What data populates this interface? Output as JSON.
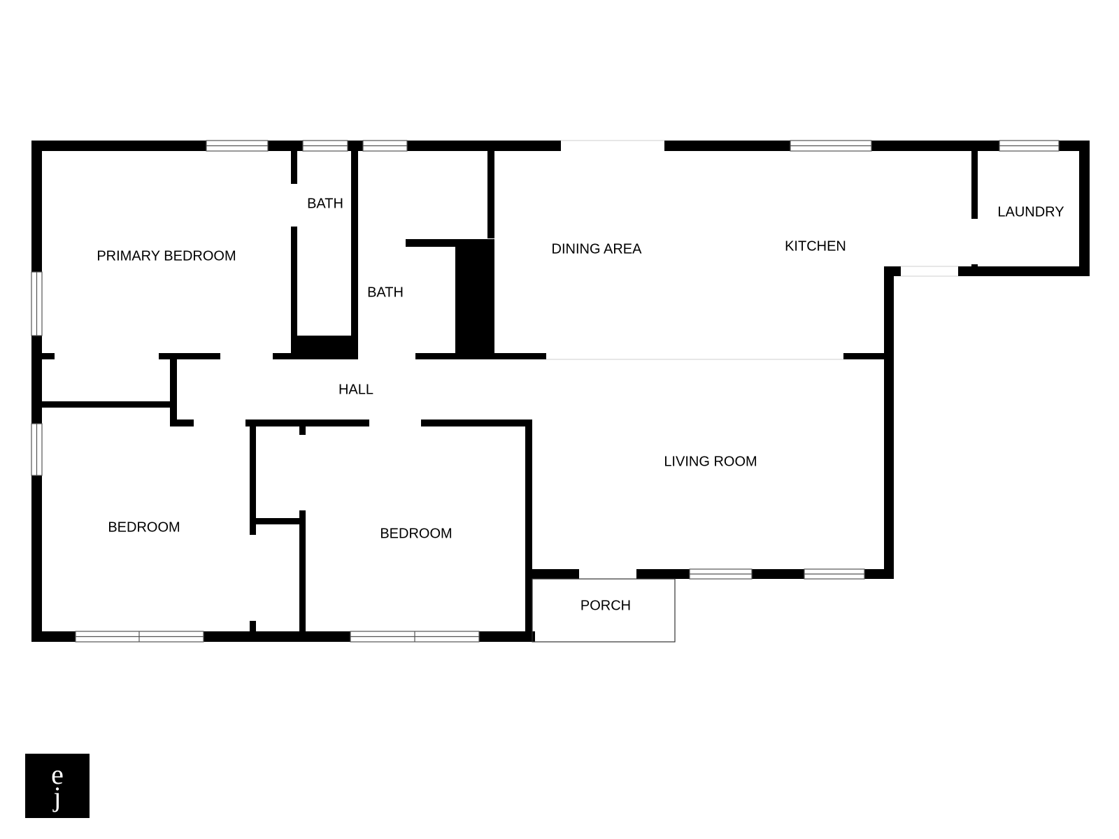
{
  "floor_plan": {
    "rooms": {
      "primary_bedroom": "PRIMARY BEDROOM",
      "bath_1": "BATH",
      "bath_2": "BATH",
      "dining_area": "DINING AREA",
      "kitchen": "KITCHEN",
      "laundry": "LAUNDRY",
      "hall": "HALL",
      "living_room": "LIVING ROOM",
      "bedroom_1": "BEDROOM",
      "bedroom_2": "BEDROOM",
      "porch": "PORCH"
    },
    "colors": {
      "wall": "#000000",
      "background": "#ffffff",
      "window_frame": "#555555"
    }
  },
  "logo": {
    "letters": [
      "e",
      "j"
    ]
  }
}
